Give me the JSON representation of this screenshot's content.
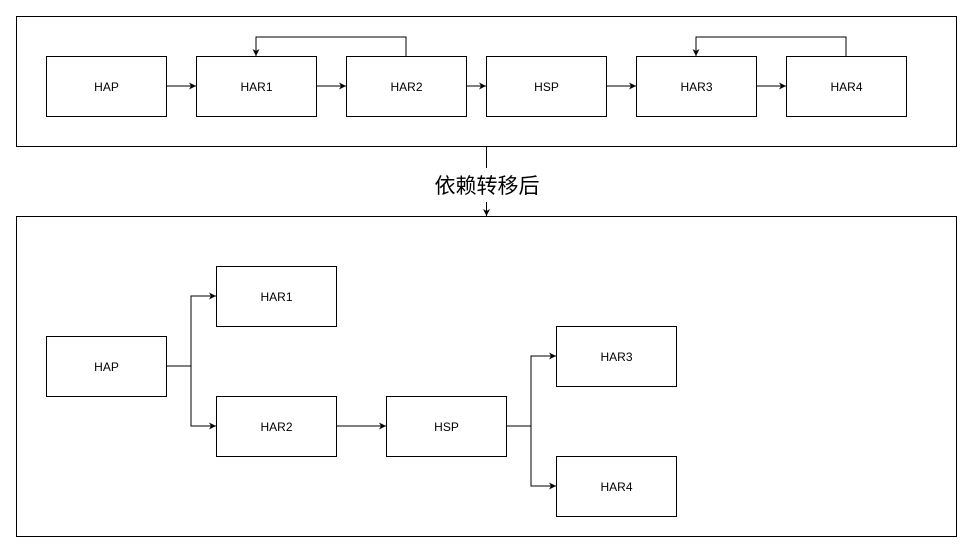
{
  "caption": "依赖转移后",
  "before": {
    "nodes": [
      {
        "id": "hap",
        "label": "HAP"
      },
      {
        "id": "har1",
        "label": "HAR1"
      },
      {
        "id": "har2",
        "label": "HAR2"
      },
      {
        "id": "hsp",
        "label": "HSP"
      },
      {
        "id": "har3",
        "label": "HAR3"
      },
      {
        "id": "har4",
        "label": "HAR4"
      }
    ],
    "edges": [
      {
        "from": "HAP",
        "to": "HAR1"
      },
      {
        "from": "HAR1",
        "to": "HAR2"
      },
      {
        "from": "HAR2",
        "to": "HAR1"
      },
      {
        "from": "HAR2",
        "to": "HSP"
      },
      {
        "from": "HSP",
        "to": "HAR3"
      },
      {
        "from": "HAR3",
        "to": "HAR4"
      },
      {
        "from": "HAR4",
        "to": "HAR3"
      }
    ]
  },
  "after": {
    "nodes": [
      {
        "id": "hap",
        "label": "HAP"
      },
      {
        "id": "har1",
        "label": "HAR1"
      },
      {
        "id": "har2",
        "label": "HAR2"
      },
      {
        "id": "hsp",
        "label": "HSP"
      },
      {
        "id": "har3",
        "label": "HAR3"
      },
      {
        "id": "har4",
        "label": "HAR4"
      }
    ],
    "edges": [
      {
        "from": "HAP",
        "to": "HAR1"
      },
      {
        "from": "HAP",
        "to": "HAR2"
      },
      {
        "from": "HAR2",
        "to": "HSP"
      },
      {
        "from": "HSP",
        "to": "HAR3"
      },
      {
        "from": "HSP",
        "to": "HAR4"
      }
    ]
  }
}
